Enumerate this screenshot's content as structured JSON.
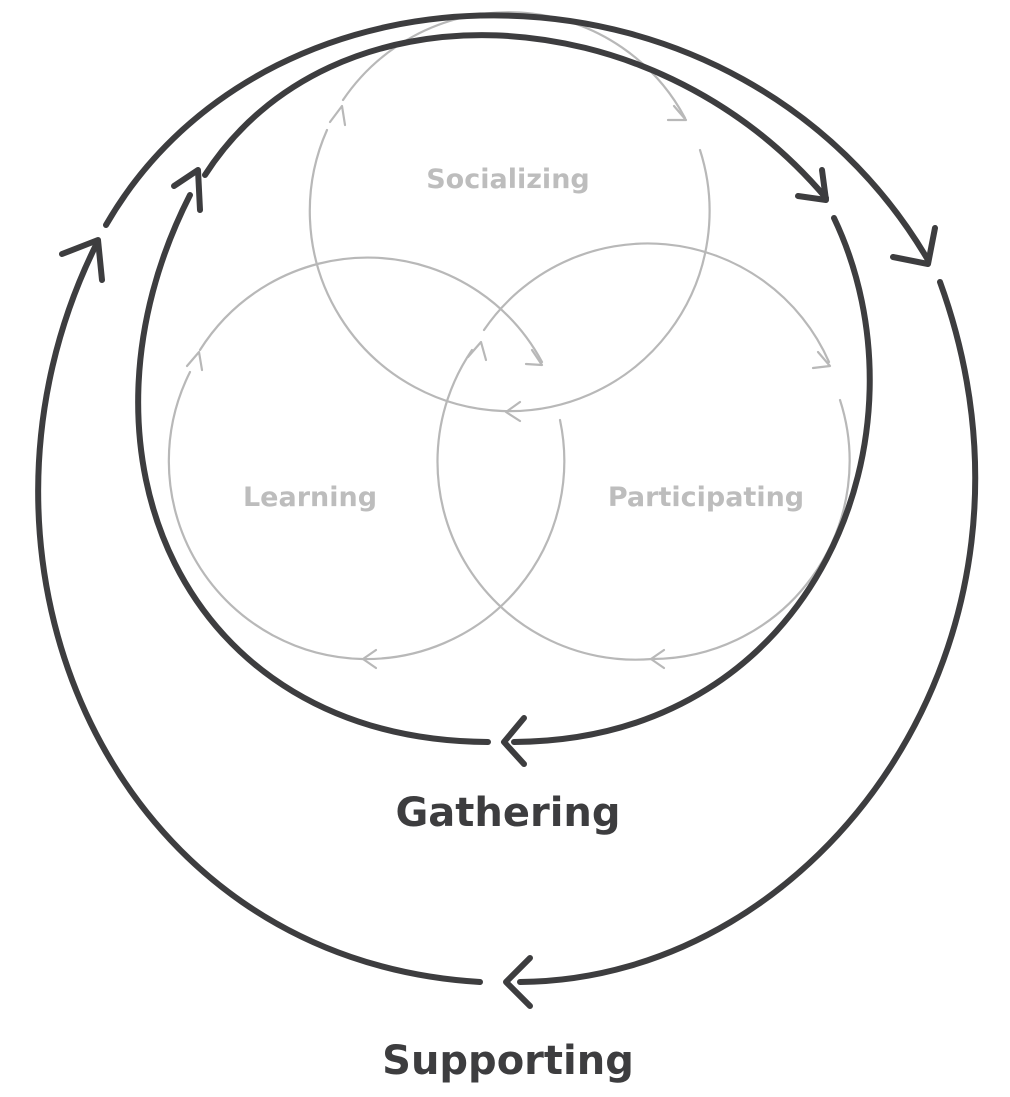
{
  "diagram": {
    "inner_cycles": [
      {
        "id": "socializing",
        "label": "Socializing"
      },
      {
        "id": "learning",
        "label": "Learning"
      },
      {
        "id": "participating",
        "label": "Participating"
      }
    ],
    "outer_cycles": [
      {
        "id": "gathering",
        "label": "Gathering"
      },
      {
        "id": "supporting",
        "label": "Supporting"
      }
    ],
    "colors": {
      "inner": "#b8b8b8",
      "inner_text": "#bdbdbd",
      "outer": "#3d3d3f"
    }
  }
}
